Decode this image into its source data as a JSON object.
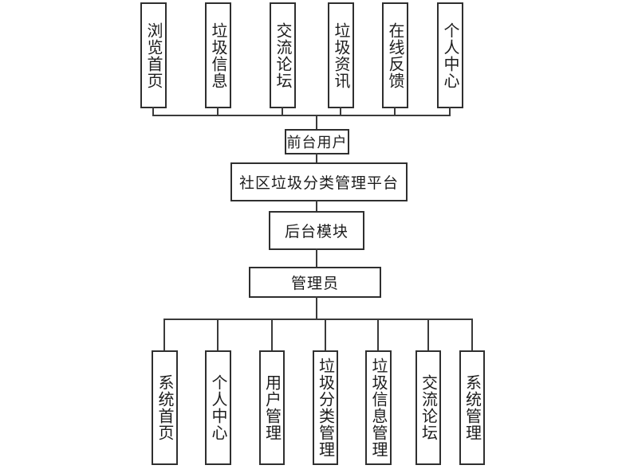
{
  "diagram": {
    "platform_label": "社区垃圾分类管理平台",
    "front": {
      "group_label": "前台用户",
      "modules": [
        "浏览首页",
        "垃圾信息",
        "交流论坛",
        "垃圾资讯",
        "在线反馈",
        "个人中心"
      ]
    },
    "backend": {
      "module_label": "后台模块",
      "role_label": "管理员",
      "modules": [
        "系统首页",
        "个人中心",
        "用户管理",
        "垃圾分类管理",
        "垃圾信息管理",
        "交流论坛",
        "系统管理"
      ]
    },
    "colors": {
      "line": "#3a3a3a",
      "border": "#2f2f2f",
      "box_bg": "#ffffff",
      "text": "#1d1d1d",
      "page_bg": "#ffffff"
    }
  }
}
